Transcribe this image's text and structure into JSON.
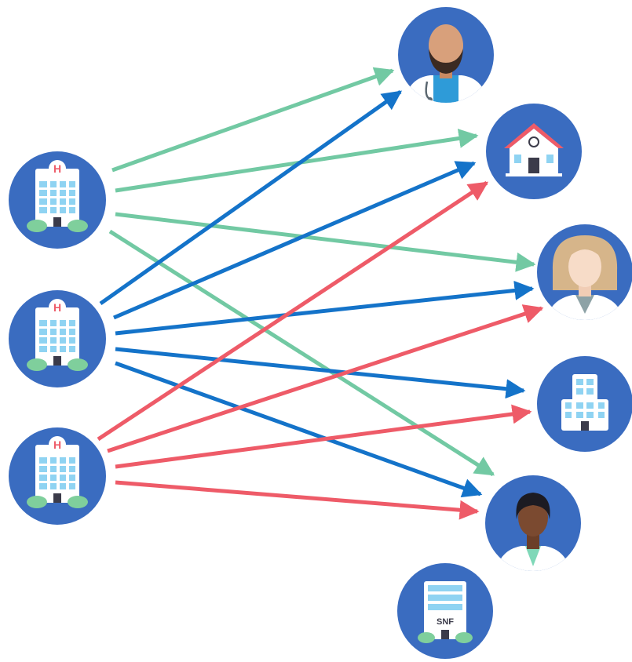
{
  "colors": {
    "circle": "#3a6cc0",
    "green": "#72c9a3",
    "blue": "#1473c9",
    "red": "#ee5b68"
  },
  "sources": [
    {
      "id": "hospital-1",
      "icon": "hospital-icon"
    },
    {
      "id": "hospital-2",
      "icon": "hospital-icon"
    },
    {
      "id": "hospital-3",
      "icon": "hospital-icon"
    }
  ],
  "destinations": [
    {
      "id": "doctor-bearded",
      "icon": "male-doctor-icon"
    },
    {
      "id": "home",
      "icon": "house-icon"
    },
    {
      "id": "doctor-female",
      "icon": "female-doctor-icon"
    },
    {
      "id": "clinic",
      "icon": "clinic-building-icon"
    },
    {
      "id": "doctor-dark",
      "icon": "doctor-icon"
    },
    {
      "id": "snf",
      "icon": "snf-building-icon",
      "label": "SNF"
    }
  ],
  "connections": [
    {
      "from": "hospital-1",
      "to": "doctor-bearded",
      "color": "green"
    },
    {
      "from": "hospital-1",
      "to": "home",
      "color": "green"
    },
    {
      "from": "hospital-1",
      "to": "doctor-female",
      "color": "green"
    },
    {
      "from": "hospital-1",
      "to": "doctor-dark",
      "color": "green"
    },
    {
      "from": "hospital-2",
      "to": "doctor-bearded",
      "color": "blue"
    },
    {
      "from": "hospital-2",
      "to": "home",
      "color": "blue"
    },
    {
      "from": "hospital-2",
      "to": "doctor-female",
      "color": "blue"
    },
    {
      "from": "hospital-2",
      "to": "clinic",
      "color": "blue"
    },
    {
      "from": "hospital-2",
      "to": "doctor-dark",
      "color": "blue"
    },
    {
      "from": "hospital-3",
      "to": "home",
      "color": "red"
    },
    {
      "from": "hospital-3",
      "to": "doctor-female",
      "color": "red"
    },
    {
      "from": "hospital-3",
      "to": "clinic",
      "color": "red"
    },
    {
      "from": "hospital-3",
      "to": "doctor-dark",
      "color": "red"
    }
  ]
}
